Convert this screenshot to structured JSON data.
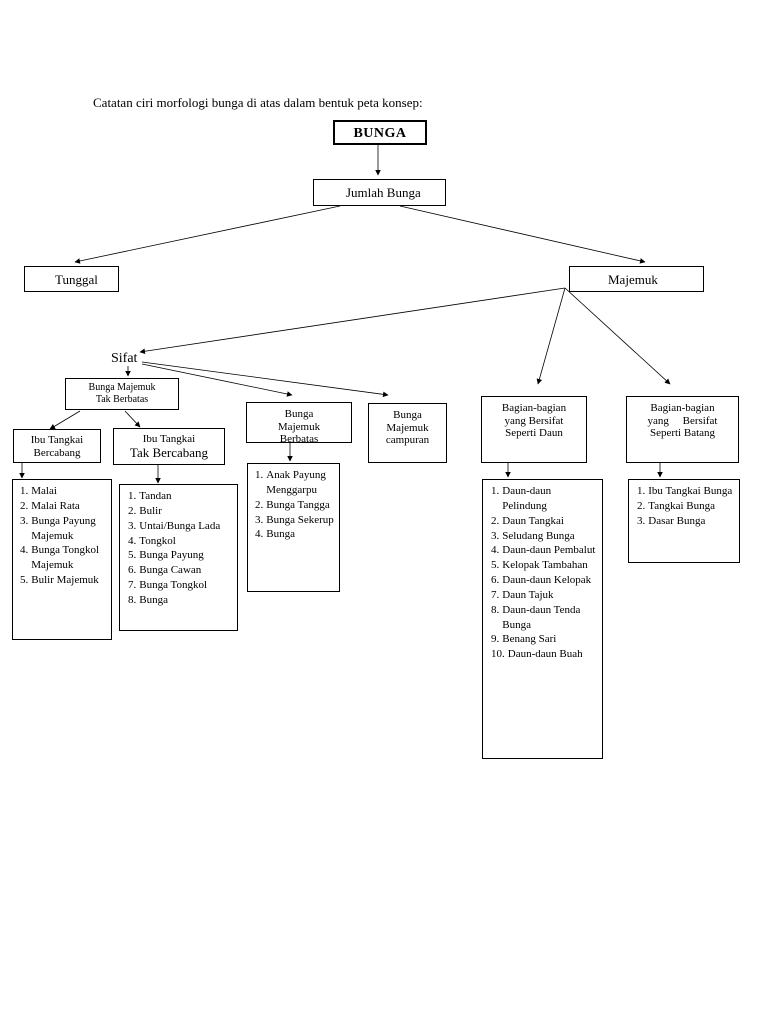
{
  "intro": "Catatan  ciri morfologi  bunga di atas dalam bentuk peta konsep:",
  "nodes": {
    "bunga": "BUNGA",
    "jumlah": "Jumlah Bunga",
    "tunggal": "Tunggal",
    "majemuk": "Majemuk",
    "sifat": "Sifat",
    "tak_berbatas": [
      "Bunga Majemuk",
      "Tak Berbatas"
    ],
    "ibu_bercabang": [
      "Ibu Tangkai",
      "Bercabang"
    ],
    "ibu_tak_bercabang": [
      "Ibu Tangkai",
      "Tak Bercabang"
    ],
    "berbatas": [
      "Bunga",
      "Majemuk",
      "Berbatas"
    ],
    "campuran": [
      "Bunga",
      "Majemuk",
      "campuran"
    ],
    "bersifat_daun": [
      "Bagian-bagian",
      "yang Bersifat",
      "Seperti Daun"
    ],
    "bersifat_batang": [
      "Bagian-bagian",
      "yang     Bersifat",
      "Seperti Batang"
    ]
  },
  "lists": {
    "bercabang": [
      {
        "n": "1.",
        "t": "Malai"
      },
      {
        "n": "2.",
        "t": "Malai Rata"
      },
      {
        "n": "3.",
        "t": "Bunga Payung Majemuk"
      },
      {
        "n": "4.",
        "t": "Bunga Tongkol Majemuk"
      },
      {
        "n": "5.",
        "t": "Bulir Majemuk"
      }
    ],
    "tak_bercabang": [
      {
        "n": "1.",
        "t": "Tandan"
      },
      {
        "n": "2.",
        "t": "Bulir"
      },
      {
        "n": "3.",
        "t": "Untai/Bunga Lada"
      },
      {
        "n": "4.",
        "t": "Tongkol"
      },
      {
        "n": "5.",
        "t": "Bunga Payung"
      },
      {
        "n": "6.",
        "t": "Bunga Cawan"
      },
      {
        "n": "7.",
        "t": "Bunga Tongkol"
      },
      {
        "n": "8.",
        "t": "Bunga"
      }
    ],
    "berbatas": [
      {
        "n": "1.",
        "t": "Anak Payung Menggarpu"
      },
      {
        "n": "2.",
        "t": "Bunga Tangga"
      },
      {
        "n": "3.",
        "t": "Bunga Sekerup"
      },
      {
        "n": "4.",
        "t": "Bunga"
      }
    ],
    "daun": [
      {
        "n": "1.",
        "t": "Daun-daun Pelindung"
      },
      {
        "n": "2.",
        "t": "Daun Tangkai"
      },
      {
        "n": "3.",
        "t": "Seludang Bunga"
      },
      {
        "n": "4.",
        "t": "Daun-daun Pembalut"
      },
      {
        "n": "5.",
        "t": "Kelopak Tambahan"
      },
      {
        "n": "6.",
        "t": "Daun-daun Kelopak"
      },
      {
        "n": "7.",
        "t": "Daun Tajuk"
      },
      {
        "n": "8.",
        "t": "Daun-daun Tenda Bunga"
      },
      {
        "n": "9.",
        "t": "Benang Sari"
      },
      {
        "n": "10.",
        "t": "Daun-daun Buah"
      }
    ],
    "batang": [
      {
        "n": "1.",
        "t": "Ibu Tangkai Bunga"
      },
      {
        "n": "2.",
        "t": "Tangkai Bunga"
      },
      {
        "n": "3.",
        "t": "Dasar Bunga"
      }
    ]
  }
}
